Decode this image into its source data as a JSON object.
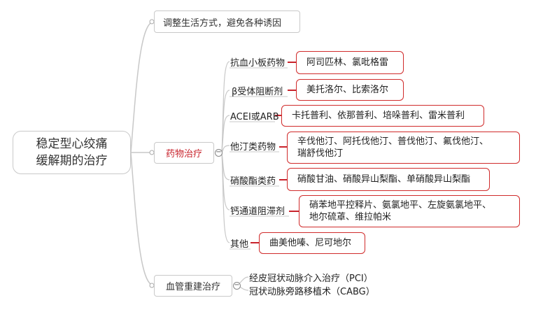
{
  "root": {
    "line1": "稳定型心绞痛",
    "line2": "缓解期的治疗"
  },
  "branches": {
    "lifestyle": "调整生活方式，避免各种诱因",
    "drug": "药物治疗",
    "revasc": "血管重建治疗"
  },
  "drug_categories": [
    {
      "label": "抗血小板药物",
      "items": "阿司匹林、氯吡格雷"
    },
    {
      "label": "β受体阻断剂",
      "items": "美托洛尔、比索洛尔"
    },
    {
      "label": "ACEI或ARB",
      "items": "卡托普利、依那普利、培哚普利、雷米普利"
    },
    {
      "label": "他汀类药物",
      "items_line1": "辛伐他汀、阿托伐他汀、普伐他汀、氟伐他汀、",
      "items_line2": "瑞舒伐他汀"
    },
    {
      "label": "硝酸酯类药",
      "items": "硝酸甘油、硝酸异山梨酯、单硝酸异山梨酯"
    },
    {
      "label": "钙通道阻滞剂",
      "items_line1": "硝苯地平控释片、氨氯地平、左旋氨氯地平、",
      "items_line2": "地尔硫䓬、维拉帕米"
    },
    {
      "label": "其他",
      "items": "曲美他嗪、尼可地尔"
    }
  ],
  "revasc_items": [
    "经皮冠状动脉介入治疗（PCI）",
    "冠状动脉旁路移植术（CABG）"
  ],
  "colors": {
    "connector": "#c8c8c8",
    "accent": "#c8232c",
    "leaf_border": "#d02b2b"
  },
  "icons": {
    "collapse": "minus-circle-icon"
  },
  "collapse_symbol": "−"
}
